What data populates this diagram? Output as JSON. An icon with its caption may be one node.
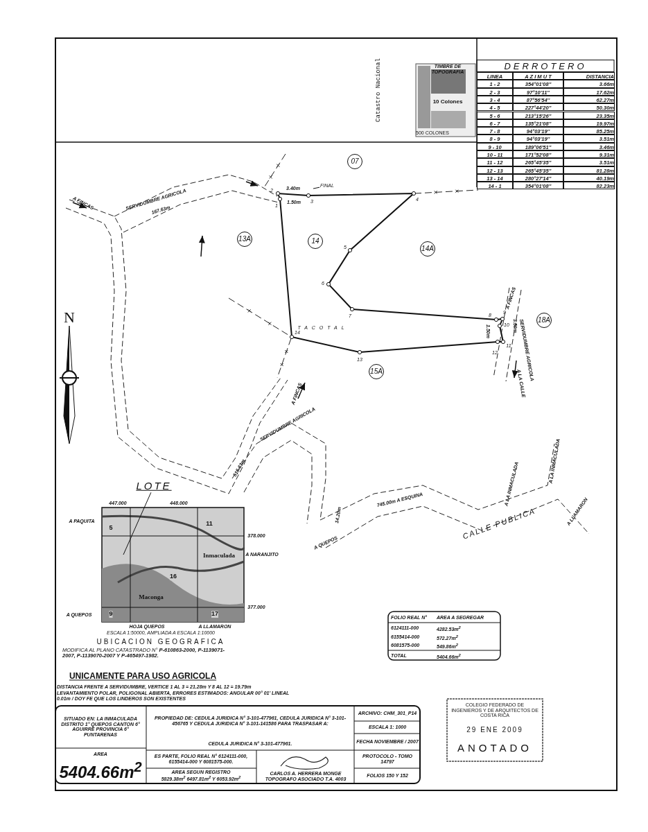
{
  "diagram": {
    "nodes": [
      {
        "text": [
          "LOTE"
        ]
      },
      {
        "text": [
          "FINAL"
        ]
      }
    ],
    "edges": [
      {
        "from": 0,
        "to": null,
        "arrow": "none"
      },
      {
        "from": 1,
        "to": null,
        "arrow": "none"
      }
    ],
    "labels": [
      "DERROTERO",
      "LINEA",
      "A Z I M U T",
      "DISTANCIA",
      "1 - 2",
      "354°01'08''",
      "3.66m",
      "2 - 3",
      "97°10'11''",
      "17.62m",
      "3 - 4",
      "87°56'54''",
      "62.27m",
      "4 - 5",
      "227°44'20''",
      "50.30m",
      "5 - 6",
      "213°15'26''",
      "23.35m",
      "6 - 7",
      "135°21'08''",
      "19.97m",
      "7 - 8",
      "94°03'19''",
      "85.25m",
      "8 - 9",
      "94°03'19''",
      "3.51m",
      "9 - 10",
      "189°06'51''",
      "3.46m",
      "10 - 11",
      "171°52'08''",
      "9.31m",
      "11 - 12",
      "265°45'35''",
      "3.51m",
      "12 - 13",
      "265°45'35''",
      "81.28m",
      "13 - 14",
      "280°27'14''",
      "40.19m",
      "14 - 1",
      "354°01'08''",
      "82.23m",
      "TIMBRE DE TOPOGRAFIA",
      "10 Colones",
      "500 COLONES",
      "Catastro Nacional",
      "07",
      "13A",
      "14",
      "14A",
      "18A",
      "15A",
      "TACOTAL",
      "A FINCAS",
      "SERVIDUMBRE AGRICOLA",
      "167.63m",
      "3.40m",
      "1.50m",
      "A FINCAS",
      "SERVIDUMBRE AGRICOLA",
      "A LA CALLE",
      "1.50m",
      "3.50m",
      "A FINCAS",
      "SERVIDUMBRE AGRICOLA",
      "516.63m",
      "14.20m",
      "745.00m A ESQUINA",
      "A QUEPOS",
      "CALLE PUBLICA",
      "A LA INMACULADA",
      "A LA INMACULADA",
      "A LLAMARON",
      "N",
      "1",
      "2",
      "3",
      "4",
      "5",
      "6",
      "7",
      "8",
      "9",
      "10",
      "11",
      "12",
      "13",
      "14",
      "447.000",
      "448.000",
      "378.000",
      "377.000",
      "A PAQUITA",
      "A NARANJITO",
      "A QUEPOS",
      "5",
      "11",
      "Inmaculada",
      "16",
      "Maconga",
      "9",
      "17",
      "HOJA QUEPOS",
      "A LLAMARON",
      "ESCALA 1:50000, AMPLIADA A ESCALA 1:10000",
      "UBICACION GEOGRAFICA",
      "MODIFICA AL PLANO CATASTRADO N° **P-610863-2000, P-1139071-2007, P-1139070-2007 Y P-465497-1982.**",
      "UNICAMENTE PARA USO AGRICOLA",
      "DISTANCIA FRENTE A SERVIDUMBRE, VERTICE 1 AL 3 = 21.28m Y 8 AL 12 = 19.79m",
      "LEVANTAMIENTO POLAR, POLIGONAL ABIERTA, ERRORES ESTIMADOS: ANGULAR 00° 01' LINEAL 0.01m / DOY FE QUE LOS LINDEROS SON EXISTENTES",
      "FOLIO REAL N°",
      "AREA A SEGREGAR",
      "6124111-000",
      "4282.53m$^{2}$",
      "6155414-000",
      "572.27m$^{2}$",
      "6081575-000",
      "549.86m$^{2}$",
      "TOTAL",
      "5404.66m$^{2}$",
      "SITUADO EN: LA INMACULADA DISTRITO 1° QUEPOS CANTON 6° AGUIRRE PROVINCIA 6° PUNTARENAS",
      "AREA",
      "5404.66m$^{2}$",
      "PROPIEDAD DE: CEDULA JURIDICA N° 3-101-477961, CEDULA JURIDICA N° 3-101-456765 Y CEDULA JURIDICA N° 3-101-141586 PARA TRASPASAR A:",
      "CEDULA JURIDICA N° 3-101-477961.",
      "ES PARTE, FOLIO REAL N° 6124111-000, 6155414-000 Y 6081575-000.",
      "AREA SEGUN REGISTRO",
      "5829.38m$^{2}$ 6497.81m$^{2}$ Y 6053.92m$^{2}$",
      "CARLOS A. HERRERA MONGE TOPOGRAFO ASOCIADO T.A. 4003",
      "ARCHIVO: CHM_301_P14",
      "ESCALA 1: 1000",
      "FECHA NOVIEMBRE / 2007",
      "PROTOCOLO - TOMO 14797",
      "FOLIOS 150 Y 152",
      "COLEGIO FEDERADO DE INGENIEROS Y DE ARQUITECTOS DE COSTA RICA",
      "29 ENE 2009",
      "ANOTADO"
    ]
  }
}
